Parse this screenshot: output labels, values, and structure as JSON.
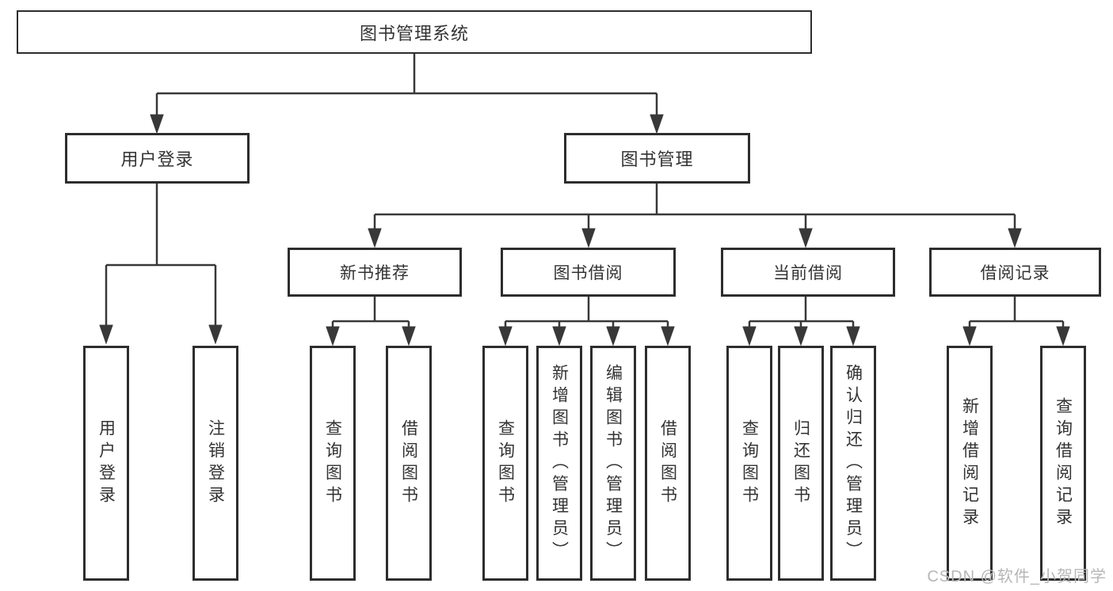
{
  "diagram": {
    "root": {
      "label": "图书管理系统"
    },
    "user_login": {
      "label": "用户登录",
      "children": [
        {
          "label": "用户登录"
        },
        {
          "label": "注销登录"
        }
      ]
    },
    "book_management": {
      "label": "图书管理",
      "sections": [
        {
          "label": "新书推荐",
          "children": [
            {
              "label": "查询图书"
            },
            {
              "label": "借阅图书"
            }
          ]
        },
        {
          "label": "图书借阅",
          "children": [
            {
              "label": "查询图书"
            },
            {
              "label": "新增图书（管理员）"
            },
            {
              "label": "编辑图书（管理员）"
            },
            {
              "label": "借阅图书"
            }
          ]
        },
        {
          "label": "当前借阅",
          "children": [
            {
              "label": "查询图书"
            },
            {
              "label": "归还图书"
            },
            {
              "label": "确认归还（管理员）"
            }
          ]
        },
        {
          "label": "借阅记录",
          "children": [
            {
              "label": "新增借阅记录"
            },
            {
              "label": "查询借阅记录"
            }
          ]
        }
      ]
    }
  },
  "watermark": {
    "text": "CSDN @软件_小贺同学"
  },
  "colors": {
    "border": "#2d2d2d",
    "line": "#383838",
    "text": "#333333",
    "watermark": "#b7b7b7",
    "background": "#ffffff"
  }
}
